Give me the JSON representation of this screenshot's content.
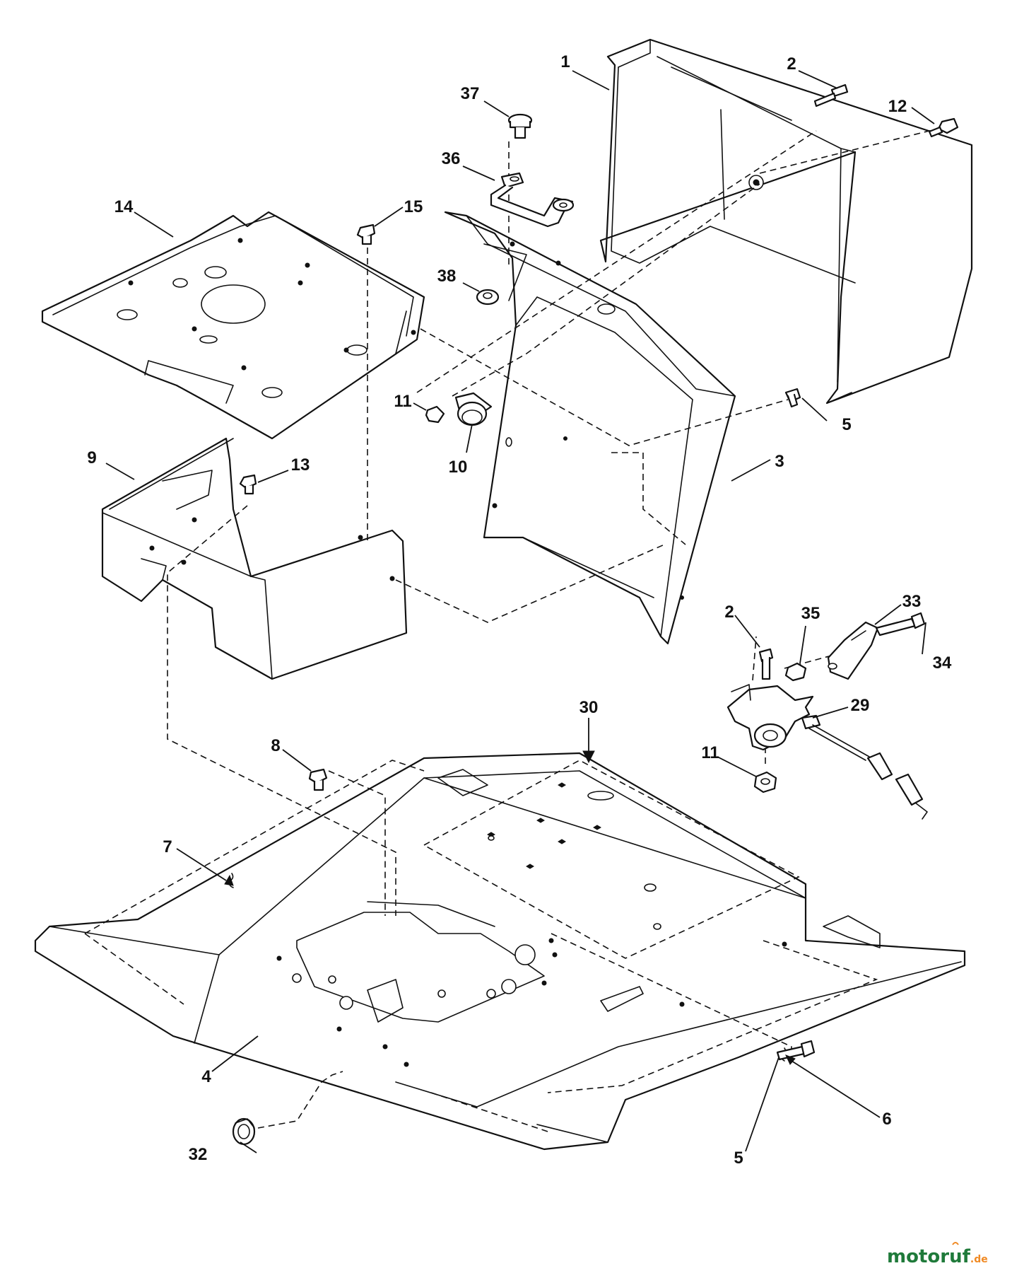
{
  "diagram": {
    "callouts": {
      "c1": "1",
      "c2a": "2",
      "c2b": "2",
      "c3": "3",
      "c4": "4",
      "c5a": "5",
      "c5b": "5",
      "c6": "6",
      "c7": "7",
      "c8": "8",
      "c9": "9",
      "c10": "10",
      "c11a": "11",
      "c11b": "11",
      "c12": "12",
      "c13": "13",
      "c14": "14",
      "c15": "15",
      "c29": "29",
      "c30": "30",
      "c32": "32",
      "c33": "33",
      "c34": "34",
      "c35": "35",
      "c36": "36",
      "c37": "37",
      "c38": "38"
    },
    "watermark": {
      "text_main": "motoruf",
      "text_tld": ".de",
      "colors": {
        "primary": "#1f7a3a",
        "accent": "#f08a24"
      }
    }
  }
}
